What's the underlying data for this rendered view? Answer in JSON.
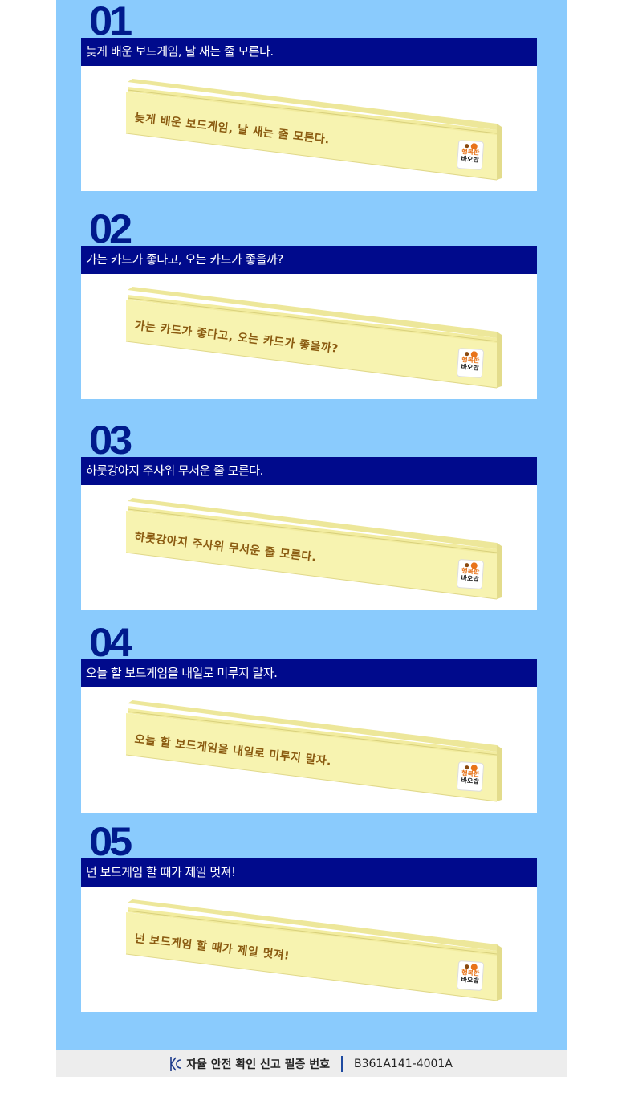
{
  "sections": [
    {
      "number": "01",
      "title": "늦게 배운 보드게임, 날 새는 줄 모른다.",
      "product_text": "늦게 배운 보드게임, 날 새는 줄 모른다."
    },
    {
      "number": "02",
      "title": "가는 카드가 좋다고, 오는 카드가 좋을까?",
      "product_text": "가는 카드가 좋다고, 오는 카드가 좋을까?"
    },
    {
      "number": "03",
      "title": "하룻강아지 주사위 무서운 줄 모른다.",
      "product_text": "하룻강아지 주사위 무서운 줄 모른다."
    },
    {
      "number": "04",
      "title": "오늘 할 보드게임을 내일로 미루지 말자.",
      "product_text": "오늘 할 보드게임을 내일로 미루지 말자."
    },
    {
      "number": "05",
      "title": "넌 보드게임 할 때가 제일 멋져!",
      "product_text": "넌 보드게임 할 때가 제일 멋져!"
    }
  ],
  "logo": {
    "line1": "행복한",
    "line2": "바오밥"
  },
  "footer": {
    "label": "자율 안전 확인 신고 필증 번호",
    "code": "B361A141-4001A"
  },
  "colors": {
    "background": "#8acbfd",
    "bar": "#000a8c",
    "number": "#001a8c",
    "stick": "#f7f3b0"
  }
}
